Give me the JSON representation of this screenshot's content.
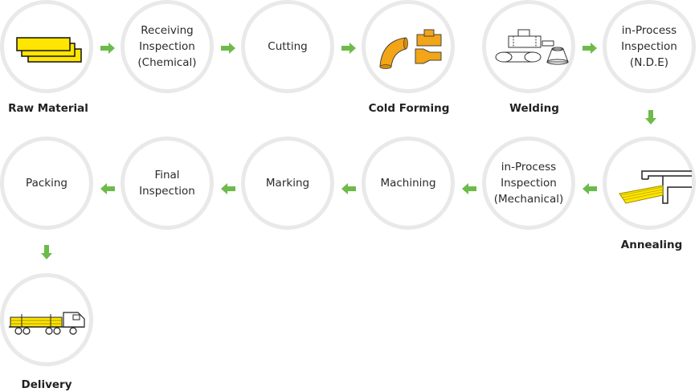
{
  "colors": {
    "circle_border": "#e9e9e9",
    "arrow": "#6cbb4a",
    "accent_yellow": "#ffe500",
    "accent_orange": "#f2a516"
  },
  "steps": {
    "raw_material": {
      "caption": "Raw Material",
      "icon": "steel-plates-icon"
    },
    "receiving_inspection": {
      "label": "Receiving\nInspection\n(Chemical)"
    },
    "cutting": {
      "label": "Cutting"
    },
    "cold_forming": {
      "caption": "Cold Forming",
      "icon": "elbow-reducer-fittings-icon"
    },
    "welding": {
      "caption": "Welding",
      "icon": "welded-fittings-icon"
    },
    "inprocess_nde": {
      "label": "in-Process\nInspection\n(N.D.E)"
    },
    "annealing": {
      "caption": "Annealing",
      "icon": "annealing-furnace-icon"
    },
    "inprocess_mechanical": {
      "label": "in-Process\nInspection\n(Mechanical)"
    },
    "machining": {
      "label": "Machining"
    },
    "marking": {
      "label": "Marking"
    },
    "final_inspection": {
      "label": "Final\nInspection"
    },
    "packing": {
      "label": "Packing"
    },
    "delivery": {
      "caption": "Delivery",
      "icon": "delivery-truck-icon"
    }
  }
}
